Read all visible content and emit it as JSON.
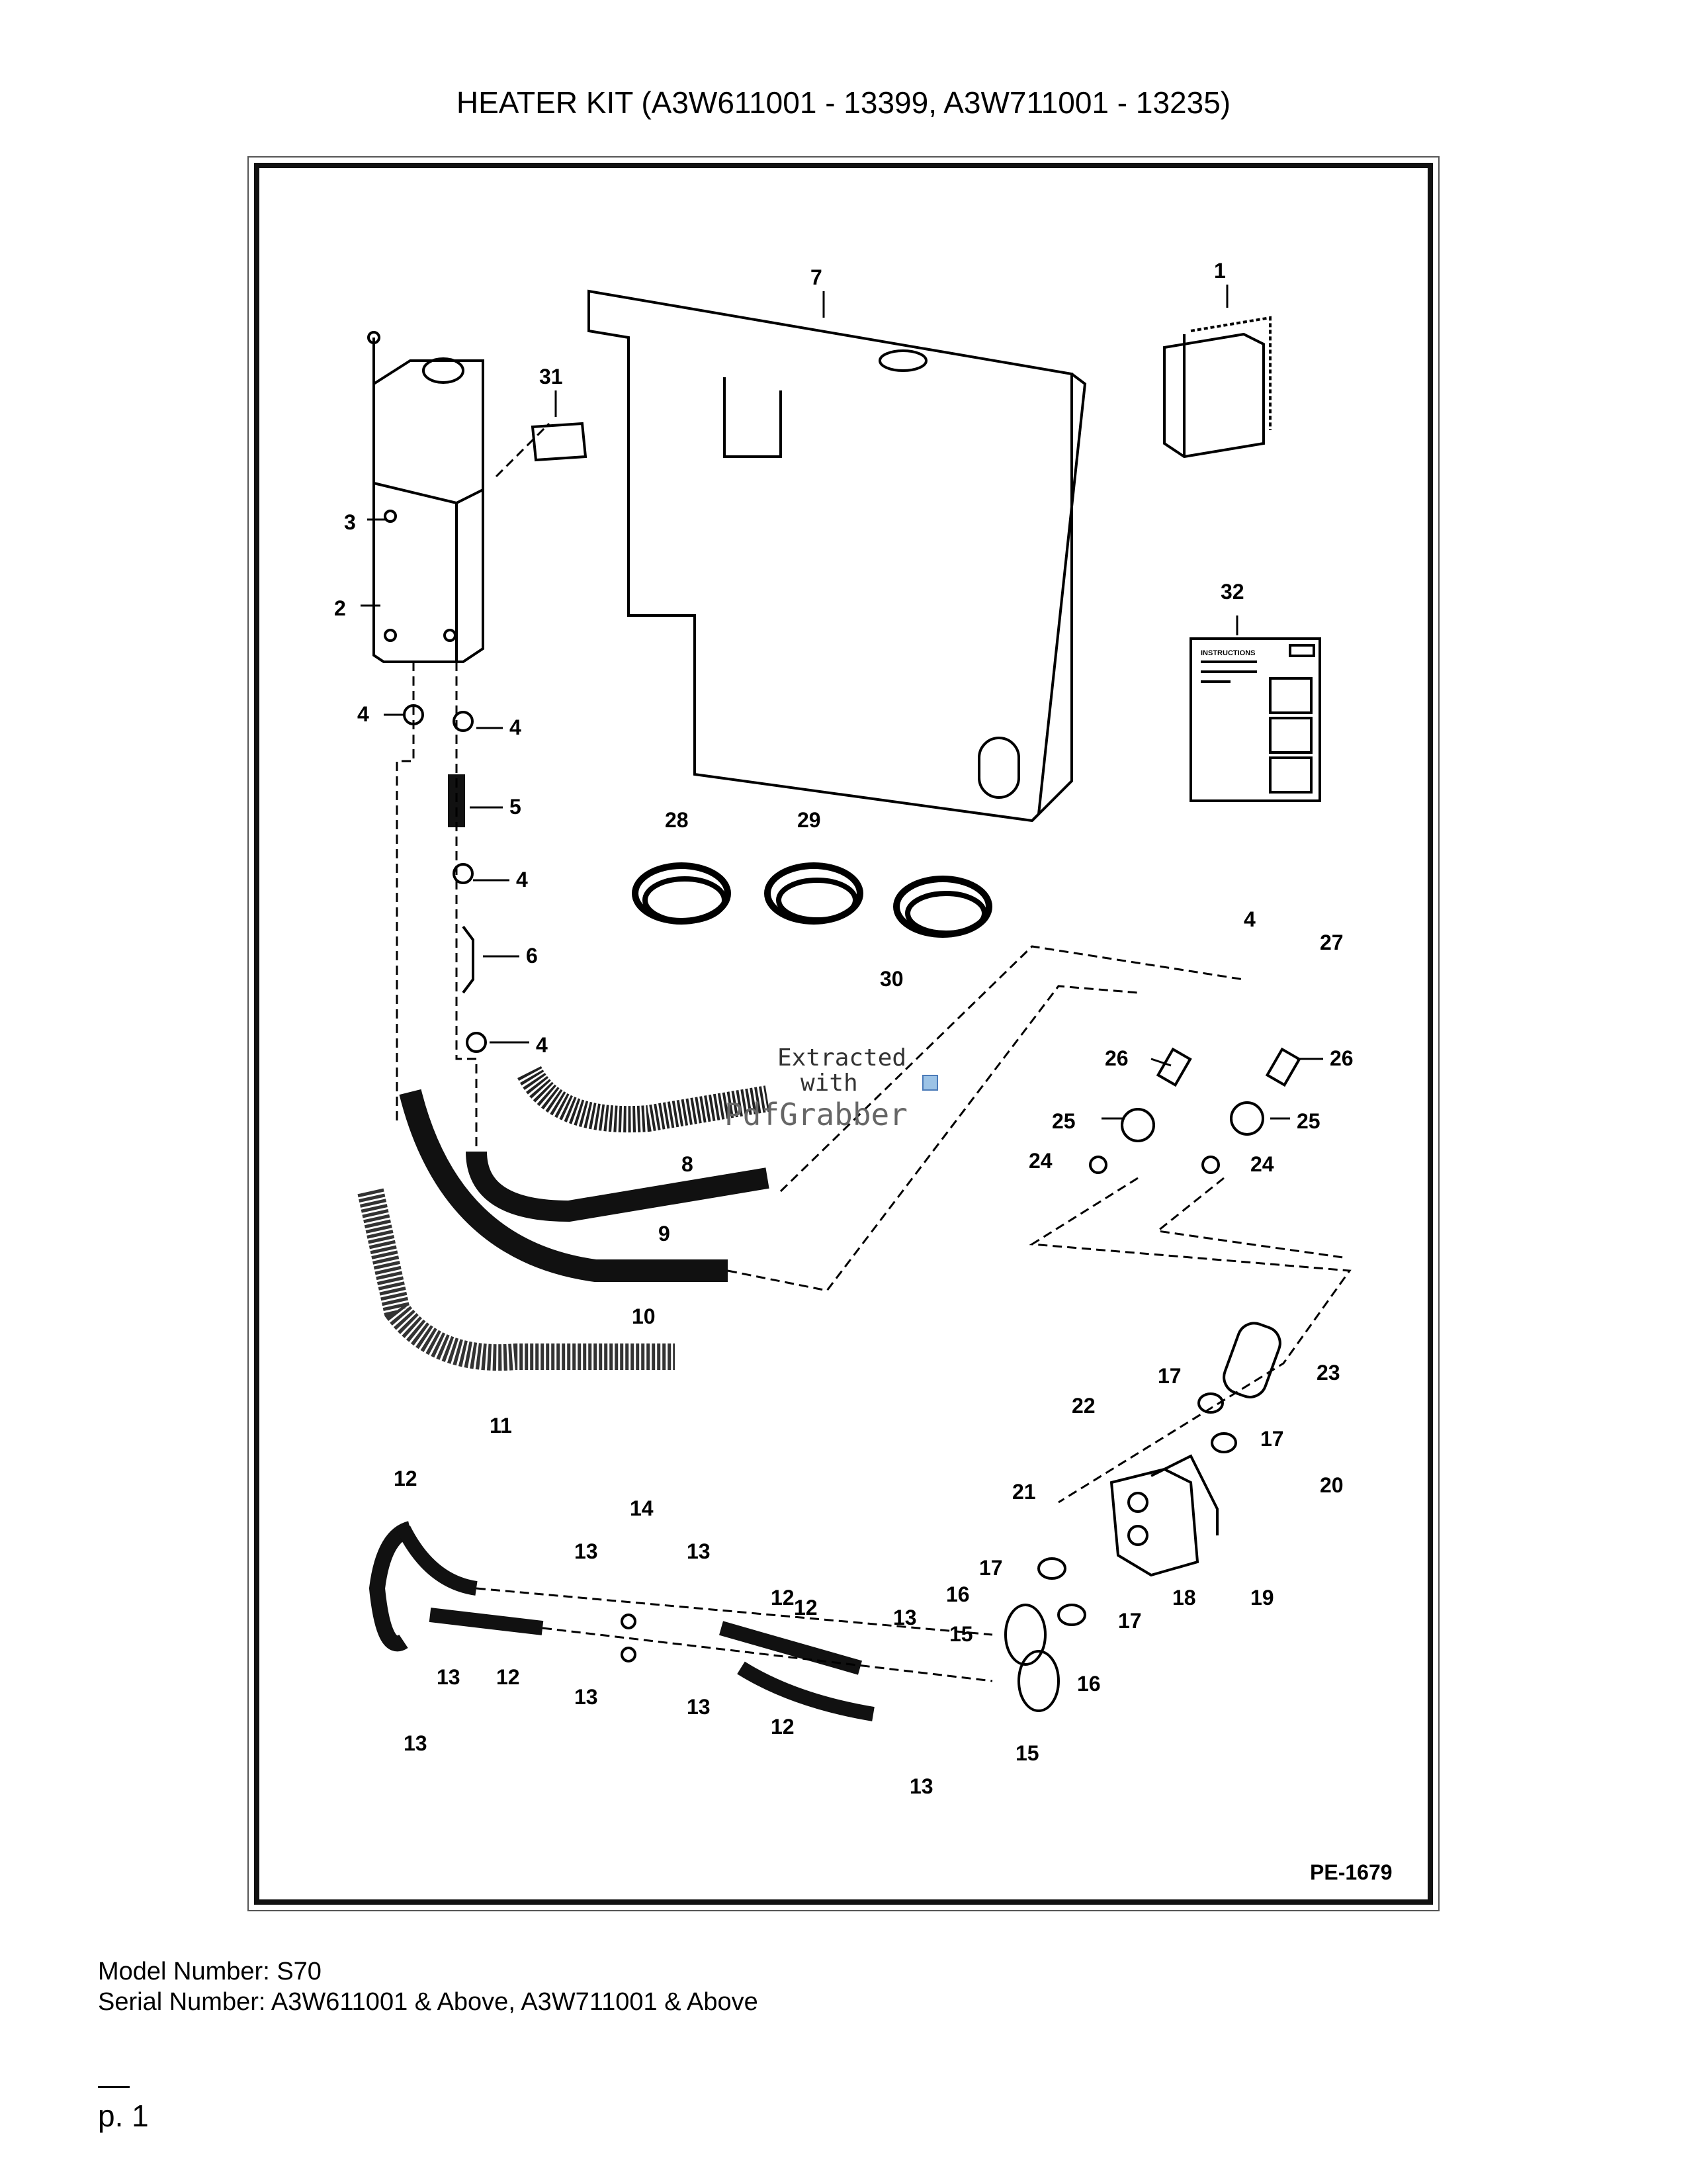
{
  "title": "HEATER KIT (A3W611001 - 13399, A3W711001 - 13235)",
  "figure_id": "PE-1679",
  "watermark": {
    "line1": "Extracted",
    "line2": "with",
    "line3": "PdfGrabber"
  },
  "callouts": [
    "1",
    "2",
    "3",
    "4",
    "4",
    "4",
    "4",
    "4",
    "5",
    "6",
    "7",
    "8",
    "9",
    "10",
    "11",
    "12",
    "12",
    "12",
    "12",
    "12",
    "13",
    "13",
    "13",
    "13",
    "13",
    "13",
    "13",
    "13",
    "14",
    "15",
    "15",
    "16",
    "16",
    "17",
    "17",
    "17",
    "17",
    "18",
    "19",
    "20",
    "21",
    "22",
    "23",
    "24",
    "24",
    "25",
    "25",
    "26",
    "26",
    "27",
    "28",
    "29",
    "30",
    "31",
    "32"
  ],
  "instruction_sheet_header": "INSTRUCTIONS",
  "model_line": "Model Number: S70",
  "serial_line": "Serial Number: A3W611001 & Above, A3W711001 & Above",
  "page_label": "p. 1"
}
